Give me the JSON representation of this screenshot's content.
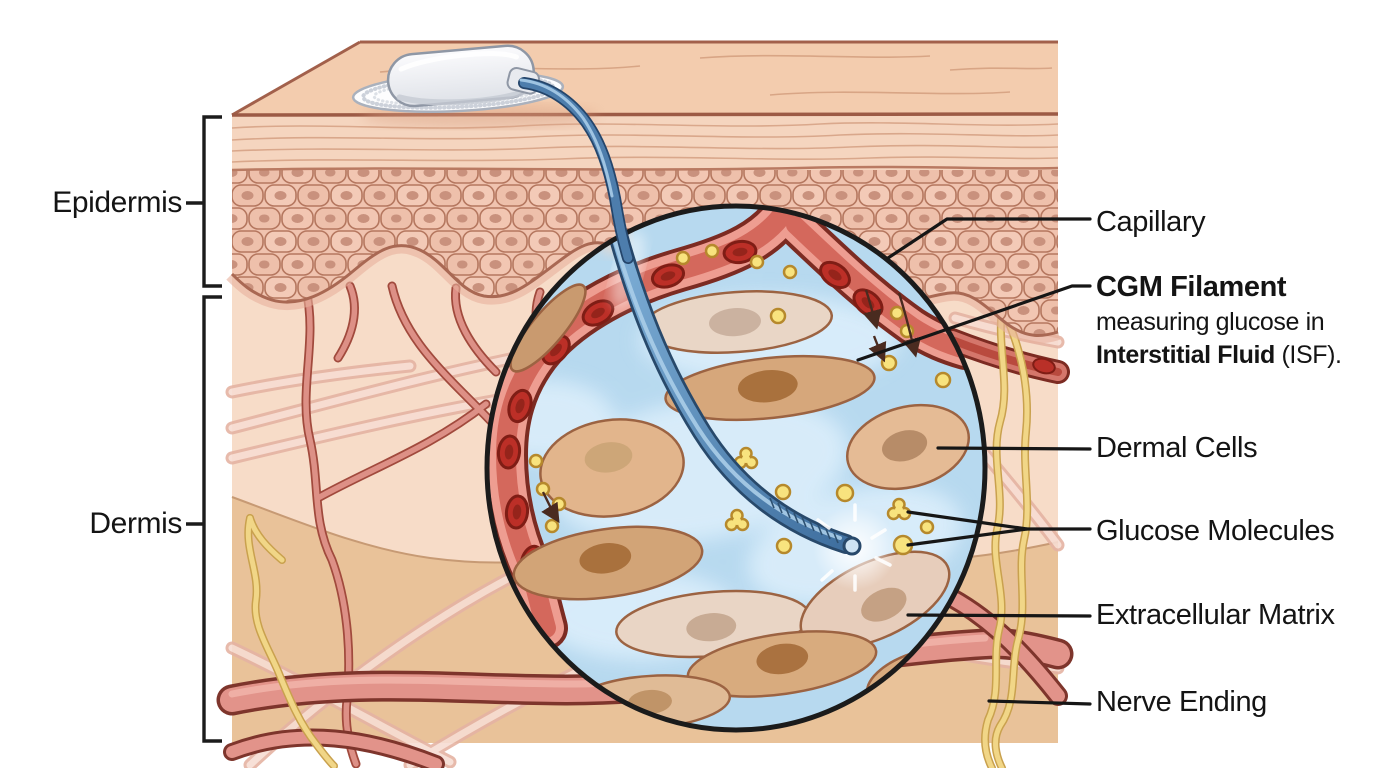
{
  "figure": {
    "left_labels": {
      "epidermis": "Epidermis",
      "dermis": "Dermis"
    },
    "annotations": {
      "capillary": "Capillary",
      "cgm_filament": {
        "title": "CGM Filament",
        "line2": "measuring glucose in",
        "line3_bold": "Interstitial Fluid",
        "line3_rest": " (ISF)."
      },
      "dermal_cells": "Dermal Cells",
      "glucose_molecules": "Glucose Molecules",
      "extracellular_matrix": "Extracellular Matrix",
      "nerve_ending": "Nerve Ending"
    },
    "colors": {
      "skin_surface": "#f3ccae",
      "stratum_corneum": "#f5d5bf",
      "epidermis_cells": "#f0c3af",
      "dermis_upper": "#f7dcc8",
      "dermis_deep": "#e9c299",
      "vessel_pink": "#e2938a",
      "capillary_wall": "#ee9d91",
      "rbc_red": "#bc2f27",
      "nerve_yellow": "#f1d687",
      "isf_blue": "#b7d9ef",
      "glucose_yellow": "#f8e37e",
      "filament_blue": "#4d7dac",
      "device_white": "#f7f8fa",
      "outline_black": "#1b1b1b"
    }
  }
}
